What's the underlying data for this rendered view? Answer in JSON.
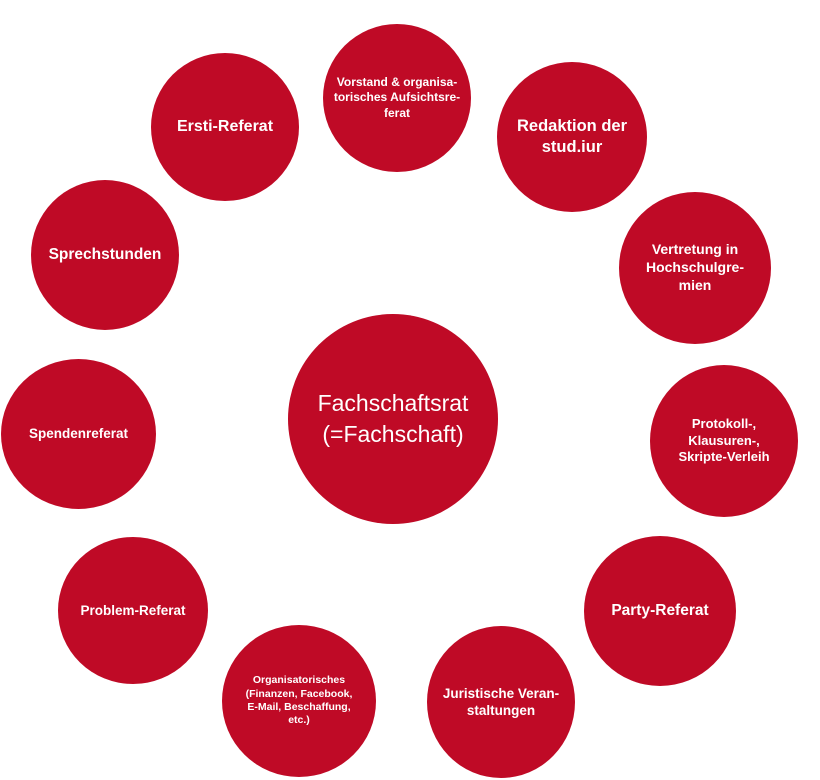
{
  "diagram": {
    "fill_color": "#bf0a26",
    "text_color": "#ffffff",
    "center": {
      "label": "Fachschaftsrat\n(=Fachschaft)"
    },
    "nodes": {
      "vorstand": {
        "label": "Vorstand & organisa-\ntorisches Aufsichtsre-\nferat"
      },
      "redaktion": {
        "label": "Redaktion der\nstud.iur"
      },
      "vertretung": {
        "label": "Vertretung in\nHochschulgre-\nmien"
      },
      "protokoll": {
        "label": "Protokoll-,\nKlausuren-,\nSkripte-Verleih"
      },
      "party": {
        "label": "Party-Referat"
      },
      "juristische": {
        "label": "Juristische Veran-\nstaltungen"
      },
      "organisatorisch": {
        "label": "Organisatorisches\n(Finanzen, Facebook,\nE-Mail, Beschaffung,\netc.)"
      },
      "problem": {
        "label": "Problem-Referat"
      },
      "spenden": {
        "label": "Spendenreferat"
      },
      "sprech": {
        "label": "Sprechstunden"
      },
      "ersti": {
        "label": "Ersti-Referat"
      }
    }
  }
}
